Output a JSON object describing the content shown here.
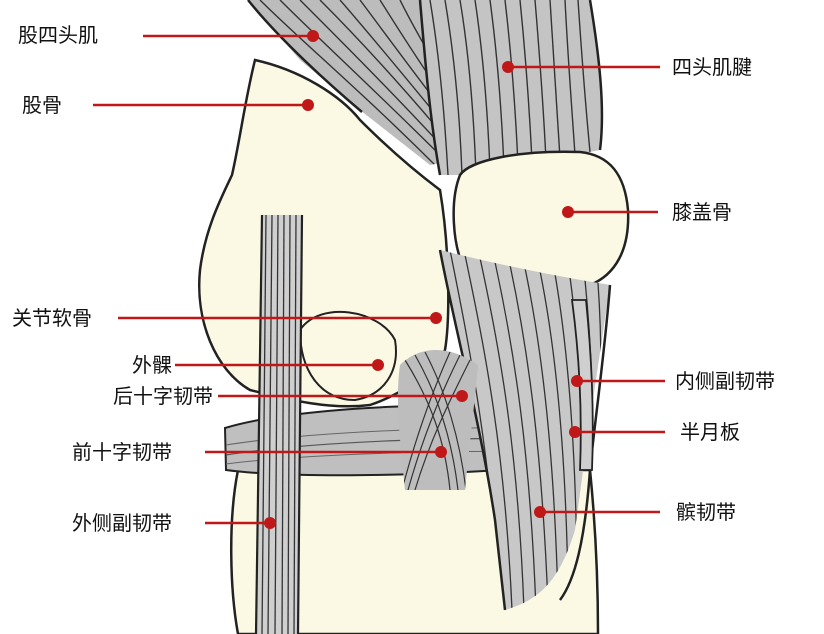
{
  "labels": {
    "quadriceps": "股四头肌",
    "femur": "股骨",
    "quadriceps_tendon": "四头肌腱",
    "patella": "膝盖骨",
    "articular_cartilage": "关节软骨",
    "lateral_condyle": "外髁",
    "pcl": "后十字韧带",
    "medial_collateral": "内侧副韧带",
    "meniscus": "半月板",
    "acl": "前十字韧带",
    "patellar_ligament": "髌韧带",
    "lateral_collateral": "外侧副韧带"
  },
  "colors": {
    "leader_line": "#c01818",
    "pointer_dot": "#c01818",
    "bone": "#fbf9e4",
    "muscle": "#bdbdbd",
    "outline": "#222222"
  }
}
